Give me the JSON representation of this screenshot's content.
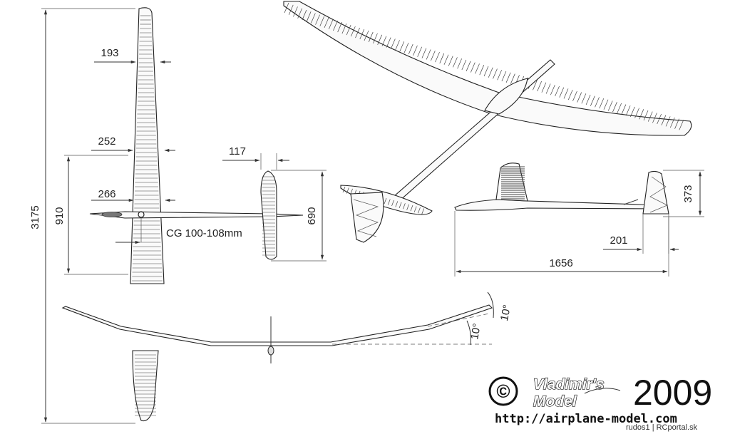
{
  "dimensions": {
    "span": "3175",
    "wing_tip_chord": "193",
    "wing_root_chord": "252",
    "wing_center_chord": "266",
    "wing_root_length": "910",
    "cg": "CG 100-108mm",
    "stab_chord": "117",
    "stab_span": "690",
    "fin_height": "373",
    "fin_chord": "201",
    "length": "1656",
    "dihedral_outer": "10°",
    "dihedral_inner": "10°"
  },
  "logo": {
    "copyright": "©",
    "brand_line1": "Vladimir's",
    "brand_line2": "Model",
    "year": "2009",
    "url": "http://airplane-model.com"
  },
  "credit": "rudos1 | RCportal.sk"
}
